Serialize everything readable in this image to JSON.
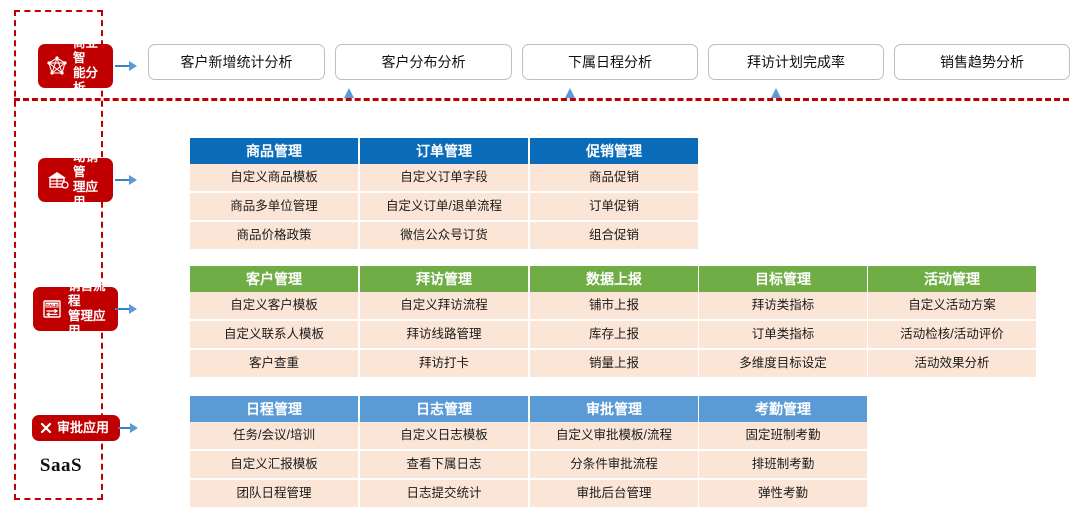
{
  "diagram": {
    "saas_label": "SaaS",
    "colors": {
      "badge_red": "#c00000",
      "dashed_red": "#c00000",
      "header_dark_blue": "#0a6cb8",
      "header_green": "#70ad47",
      "header_light_blue": "#5b9bd5",
      "cell_bg": "#fbe5d6",
      "arrow_blue": "#5b9bd5"
    }
  },
  "sidebar": {
    "items": [
      {
        "label": "商业智\n能分析",
        "icon": "network-graph-icon",
        "lines": 2
      },
      {
        "label": "动销管\n理应用",
        "icon": "store-house-icon",
        "lines": 2
      },
      {
        "label": "销售流程\n管理应用",
        "icon": "sale-board-icon",
        "lines": 2
      },
      {
        "label": "审批应用",
        "icon": "cross-approval-icon",
        "lines": 1
      }
    ]
  },
  "bi_row": {
    "boxes": [
      {
        "label": "客户新增统计分析"
      },
      {
        "label": "客户分布分析"
      },
      {
        "label": "下属日程分析"
      },
      {
        "label": "拜访计划完成率"
      },
      {
        "label": "销售趋势分析"
      }
    ]
  },
  "groups": [
    {
      "name": "动销管理应用",
      "header_style": "head-blue",
      "cards": [
        {
          "title": "商品管理",
          "rows": [
            "自定义商品模板",
            "商品多单位管理",
            "商品价格政策"
          ]
        },
        {
          "title": "订单管理",
          "rows": [
            "自定义订单字段",
            "自定义订单/退单流程",
            "微信公众号订货"
          ]
        },
        {
          "title": "促销管理",
          "rows": [
            "商品促销",
            "订单促销",
            "组合促销"
          ]
        }
      ]
    },
    {
      "name": "销售流程管理应用",
      "header_style": "head-green",
      "cards": [
        {
          "title": "客户管理",
          "rows": [
            "自定义客户模板",
            "自定义联系人模板",
            "客户查重"
          ]
        },
        {
          "title": "拜访管理",
          "rows": [
            "自定义拜访流程",
            "拜访线路管理",
            "拜访打卡"
          ]
        },
        {
          "title": "数据上报",
          "rows": [
            "铺市上报",
            "库存上报",
            "销量上报"
          ]
        },
        {
          "title": "目标管理",
          "rows": [
            "拜访类指标",
            "订单类指标",
            "多维度目标设定"
          ]
        },
        {
          "title": "活动管理",
          "rows": [
            "自定义活动方案",
            "活动检核/活动评价",
            "活动效果分析"
          ]
        }
      ]
    },
    {
      "name": "审批应用",
      "header_style": "head-lblue",
      "cards": [
        {
          "title": "日程管理",
          "rows": [
            "任务/会议/培训",
            "自定义汇报模板",
            "团队日程管理"
          ]
        },
        {
          "title": "日志管理",
          "rows": [
            "自定义日志模板",
            "查看下属日志",
            "日志提交统计"
          ]
        },
        {
          "title": "审批管理",
          "rows": [
            "自定义审批模板/流程",
            "分条件审批流程",
            "审批后台管理"
          ]
        },
        {
          "title": "考勤管理",
          "rows": [
            "固定班制考勤",
            "排班制考勤",
            "弹性考勤"
          ]
        }
      ]
    }
  ]
}
